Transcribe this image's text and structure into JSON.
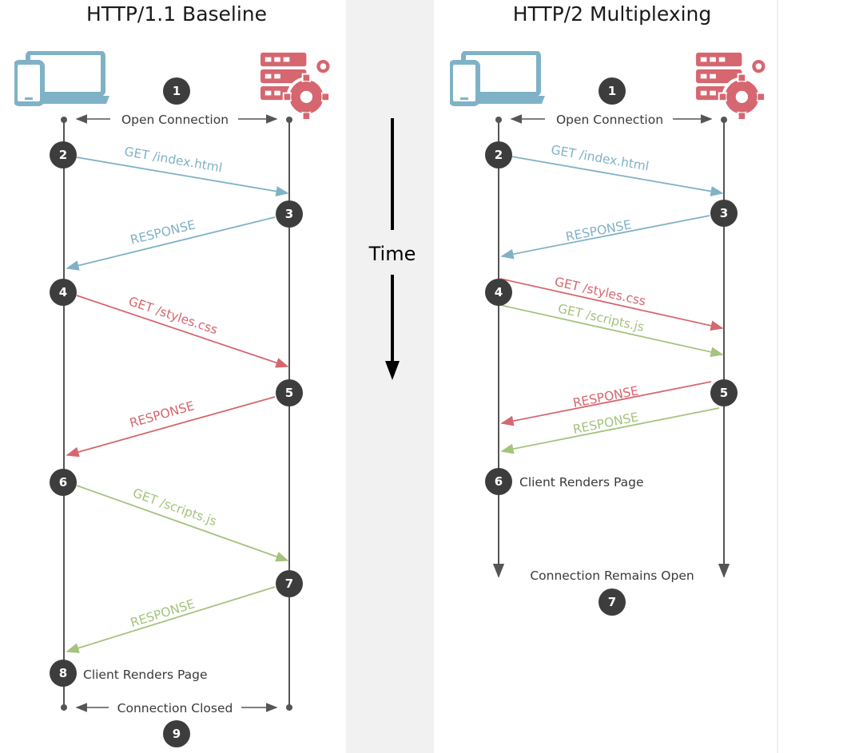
{
  "colors": {
    "blue": "#7fb2c6",
    "red": "#d6666f",
    "green": "#a4c37c",
    "step_circle": "#3d3d3d",
    "timeline": "#555555",
    "center_band": "#f1f1f1"
  },
  "icons": {
    "client": "laptop-phone-icon",
    "server": "server-gear-icon"
  },
  "time_label": "Time",
  "http1": {
    "title": "HTTP/1.1 Baseline",
    "open_label": "Open Connection",
    "open_step": "1",
    "messages": [
      {
        "label": "GET /index.html",
        "color": "blue"
      },
      {
        "label": "RESPONSE",
        "color": "blue"
      },
      {
        "label": "GET /styles.css",
        "color": "red"
      },
      {
        "label": "RESPONSE",
        "color": "red"
      },
      {
        "label": "GET /scripts.js",
        "color": "green"
      },
      {
        "label": "RESPONSE",
        "color": "green"
      }
    ],
    "steps": [
      "2",
      "3",
      "4",
      "5",
      "6",
      "7"
    ],
    "render_step": "8",
    "render_label": "Client Renders Page",
    "close_label": "Connection Closed",
    "close_step": "9"
  },
  "http2": {
    "title": "HTTP/2 Multiplexing",
    "open_label": "Open Connection",
    "open_step": "1",
    "messages": [
      {
        "label": "GET /index.html",
        "color": "blue"
      },
      {
        "label": "RESPONSE",
        "color": "blue"
      },
      {
        "label": "GET /styles.css",
        "color": "red"
      },
      {
        "label": "GET /scripts.js",
        "color": "green"
      },
      {
        "label": "RESPONSE",
        "color": "red"
      },
      {
        "label": "RESPONSE",
        "color": "green"
      }
    ],
    "steps": [
      "2",
      "3",
      "4",
      "5"
    ],
    "render_step": "6",
    "render_label": "Client Renders Page",
    "open_end_label": "Connection Remains Open",
    "open_end_step": "7"
  }
}
